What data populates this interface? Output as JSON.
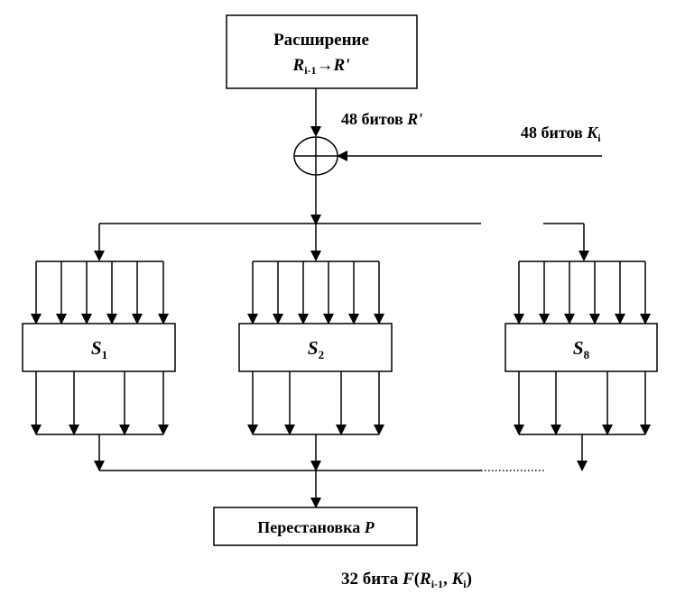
{
  "expansion": {
    "title": "Расширение",
    "formula_r": "R",
    "formula_sub": "i-1",
    "formula_arrow": "→",
    "formula_rp": "R'"
  },
  "label_r": {
    "prefix": "48 битов ",
    "var": "R'"
  },
  "label_k": {
    "prefix": "48 битов ",
    "var": "K",
    "sub": "i"
  },
  "sboxes": [
    {
      "name": "S",
      "sub": "1"
    },
    {
      "name": "S",
      "sub": "2"
    },
    {
      "name": "S",
      "sub": "8"
    }
  ],
  "permutation": {
    "prefix": "Перестановка ",
    "var": "P"
  },
  "output": {
    "prefix": "32 бита ",
    "f": "F",
    "open": "(",
    "r": "R",
    "r_sub": "i-1",
    "comma": ", ",
    "k": "K",
    "k_sub": "i",
    "close": ")"
  }
}
